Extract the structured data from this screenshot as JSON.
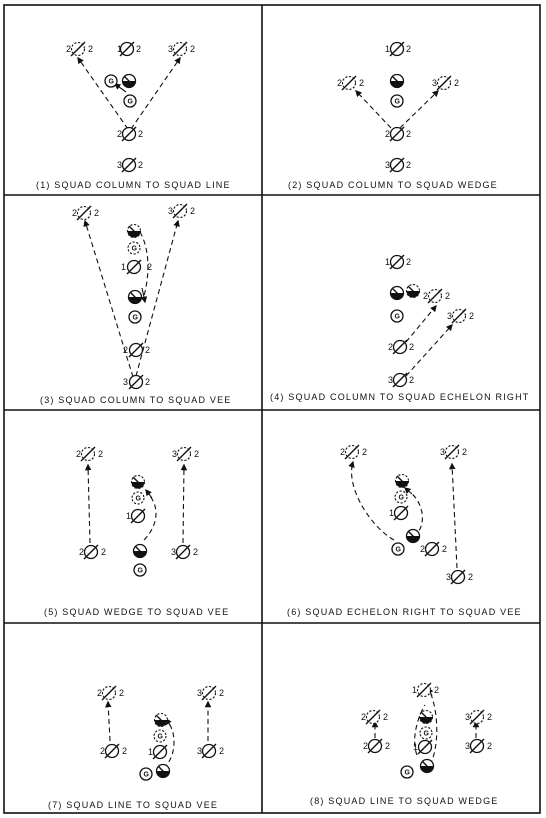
{
  "captions": [
    "(1) SQUAD COLUMN TO SQUAD LINE",
    "(2) SQUAD COLUMN TO SQUAD WEDGE",
    "(3) SQUAD COLUMN TO SQUAD VEE",
    "(4) SQUAD COLUMN TO SQUAD ECHELON RIGHT",
    "(5) SQUAD WEDGE TO SQUAD VEE",
    "(6) SQUAD ECHELON RIGHT TO SQUAD VEE",
    "(7) SQUAD LINE TO SQUAD VEE",
    "(8) SQUAD LINE TO SQUAD WEDGE"
  ],
  "symbol_labels": {
    "team1": "1",
    "team2": "2",
    "team3": "3",
    "grenadier": "G"
  }
}
